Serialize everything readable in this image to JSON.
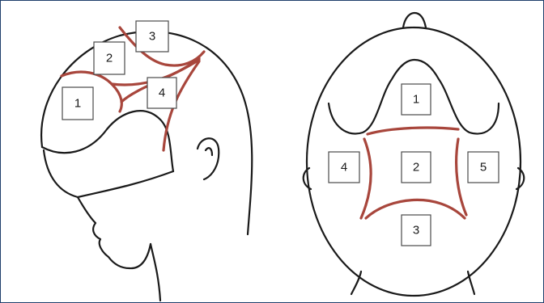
{
  "side_view": {
    "zones": [
      {
        "label": "1"
      },
      {
        "label": "2"
      },
      {
        "label": "3"
      },
      {
        "label": "4"
      }
    ]
  },
  "top_view": {
    "zones": [
      {
        "label": "1"
      },
      {
        "label": "2"
      },
      {
        "label": "3"
      },
      {
        "label": "4"
      },
      {
        "label": "5"
      }
    ]
  },
  "colors": {
    "frame_border": "#1f3f6b",
    "sketch_line": "#1a1a1a",
    "section_line": "#a8463c"
  }
}
